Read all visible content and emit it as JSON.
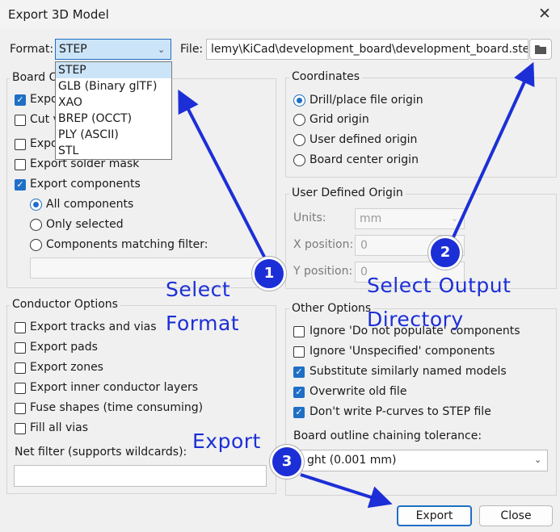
{
  "window": {
    "title": "Export 3D Model",
    "close_glyph": "✕"
  },
  "format": {
    "label": "Format:",
    "selected": "STEP",
    "options": [
      "STEP",
      "GLB (Binary glTF)",
      "XAO",
      "BREP (OCCT)",
      "PLY (ASCII)",
      "STL"
    ]
  },
  "file": {
    "label": "File:",
    "value": "lemy\\KiCad\\development_board\\development_board.step"
  },
  "board_options": {
    "title": "Board O",
    "items": [
      {
        "label": "Expo",
        "checked": true
      },
      {
        "label": "Cut v",
        "checked": false
      },
      {
        "label": "Expo",
        "checked": false
      },
      {
        "label": "Export solder mask",
        "checked": false
      },
      {
        "label": "Export components",
        "checked": true
      }
    ],
    "component_choices": [
      {
        "label": "All components",
        "selected": true
      },
      {
        "label": "Only selected",
        "selected": false
      },
      {
        "label": "Components matching filter:",
        "selected": false
      }
    ],
    "filter_value": ""
  },
  "coordinates": {
    "title": "Coordinates",
    "options": [
      {
        "label": "Drill/place file origin",
        "selected": true
      },
      {
        "label": "Grid origin",
        "selected": false
      },
      {
        "label": "User defined origin",
        "selected": false
      },
      {
        "label": "Board center origin",
        "selected": false
      }
    ]
  },
  "user_origin": {
    "title": "User Defined Origin",
    "units_label": "Units:",
    "units_value": "mm",
    "x_label": "X position:",
    "x_value": "0",
    "y_label": "Y position:",
    "y_value": "0"
  },
  "conductor_options": {
    "title": "Conductor Options",
    "items": [
      {
        "label": "Export tracks and vias",
        "checked": false
      },
      {
        "label": "Export pads",
        "checked": false
      },
      {
        "label": "Export zones",
        "checked": false
      },
      {
        "label": "Export inner conductor layers",
        "checked": false
      },
      {
        "label": "Fuse shapes (time consuming)",
        "checked": false
      },
      {
        "label": "Fill all vias",
        "checked": false
      }
    ],
    "net_filter_label": "Net filter (supports wildcards):",
    "net_filter_value": ""
  },
  "other_options": {
    "title": "Other Options",
    "items": [
      {
        "label": "Ignore 'Do not populate' components",
        "checked": false
      },
      {
        "label": "Ignore 'Unspecified' components",
        "checked": false
      },
      {
        "label": "Substitute similarly named models",
        "checked": true
      },
      {
        "label": "Overwrite old file",
        "checked": true
      },
      {
        "label": "Don't write P-curves to STEP file",
        "checked": true
      }
    ],
    "tolerance_label": "Board outline chaining tolerance:",
    "tolerance_value": "ght (0.001 mm)"
  },
  "buttons": {
    "export": "Export",
    "close": "Close"
  },
  "annotations": {
    "select_format_line1": "Select",
    "select_format_line2": "Format",
    "select_output_line1": "Select Output",
    "select_output_line2": "Directory",
    "export": "Export",
    "badge1": "1",
    "badge2": "2",
    "badge3": "3",
    "color": "#1c2fd6"
  },
  "icons": {
    "folder": "folder-icon",
    "chevron": "chevron-down-icon",
    "check": "check-icon"
  }
}
